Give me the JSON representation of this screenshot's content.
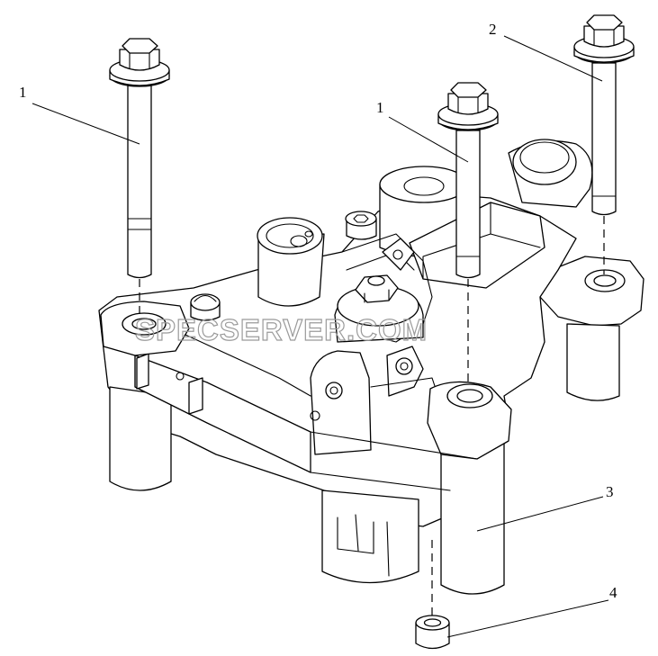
{
  "watermark": "SPECSERVER.COM",
  "callouts": [
    {
      "id": "c1a",
      "label": "1"
    },
    {
      "id": "c1b",
      "label": "1"
    },
    {
      "id": "c2",
      "label": "2"
    },
    {
      "id": "c3",
      "label": "3"
    },
    {
      "id": "c4",
      "label": "4"
    }
  ]
}
